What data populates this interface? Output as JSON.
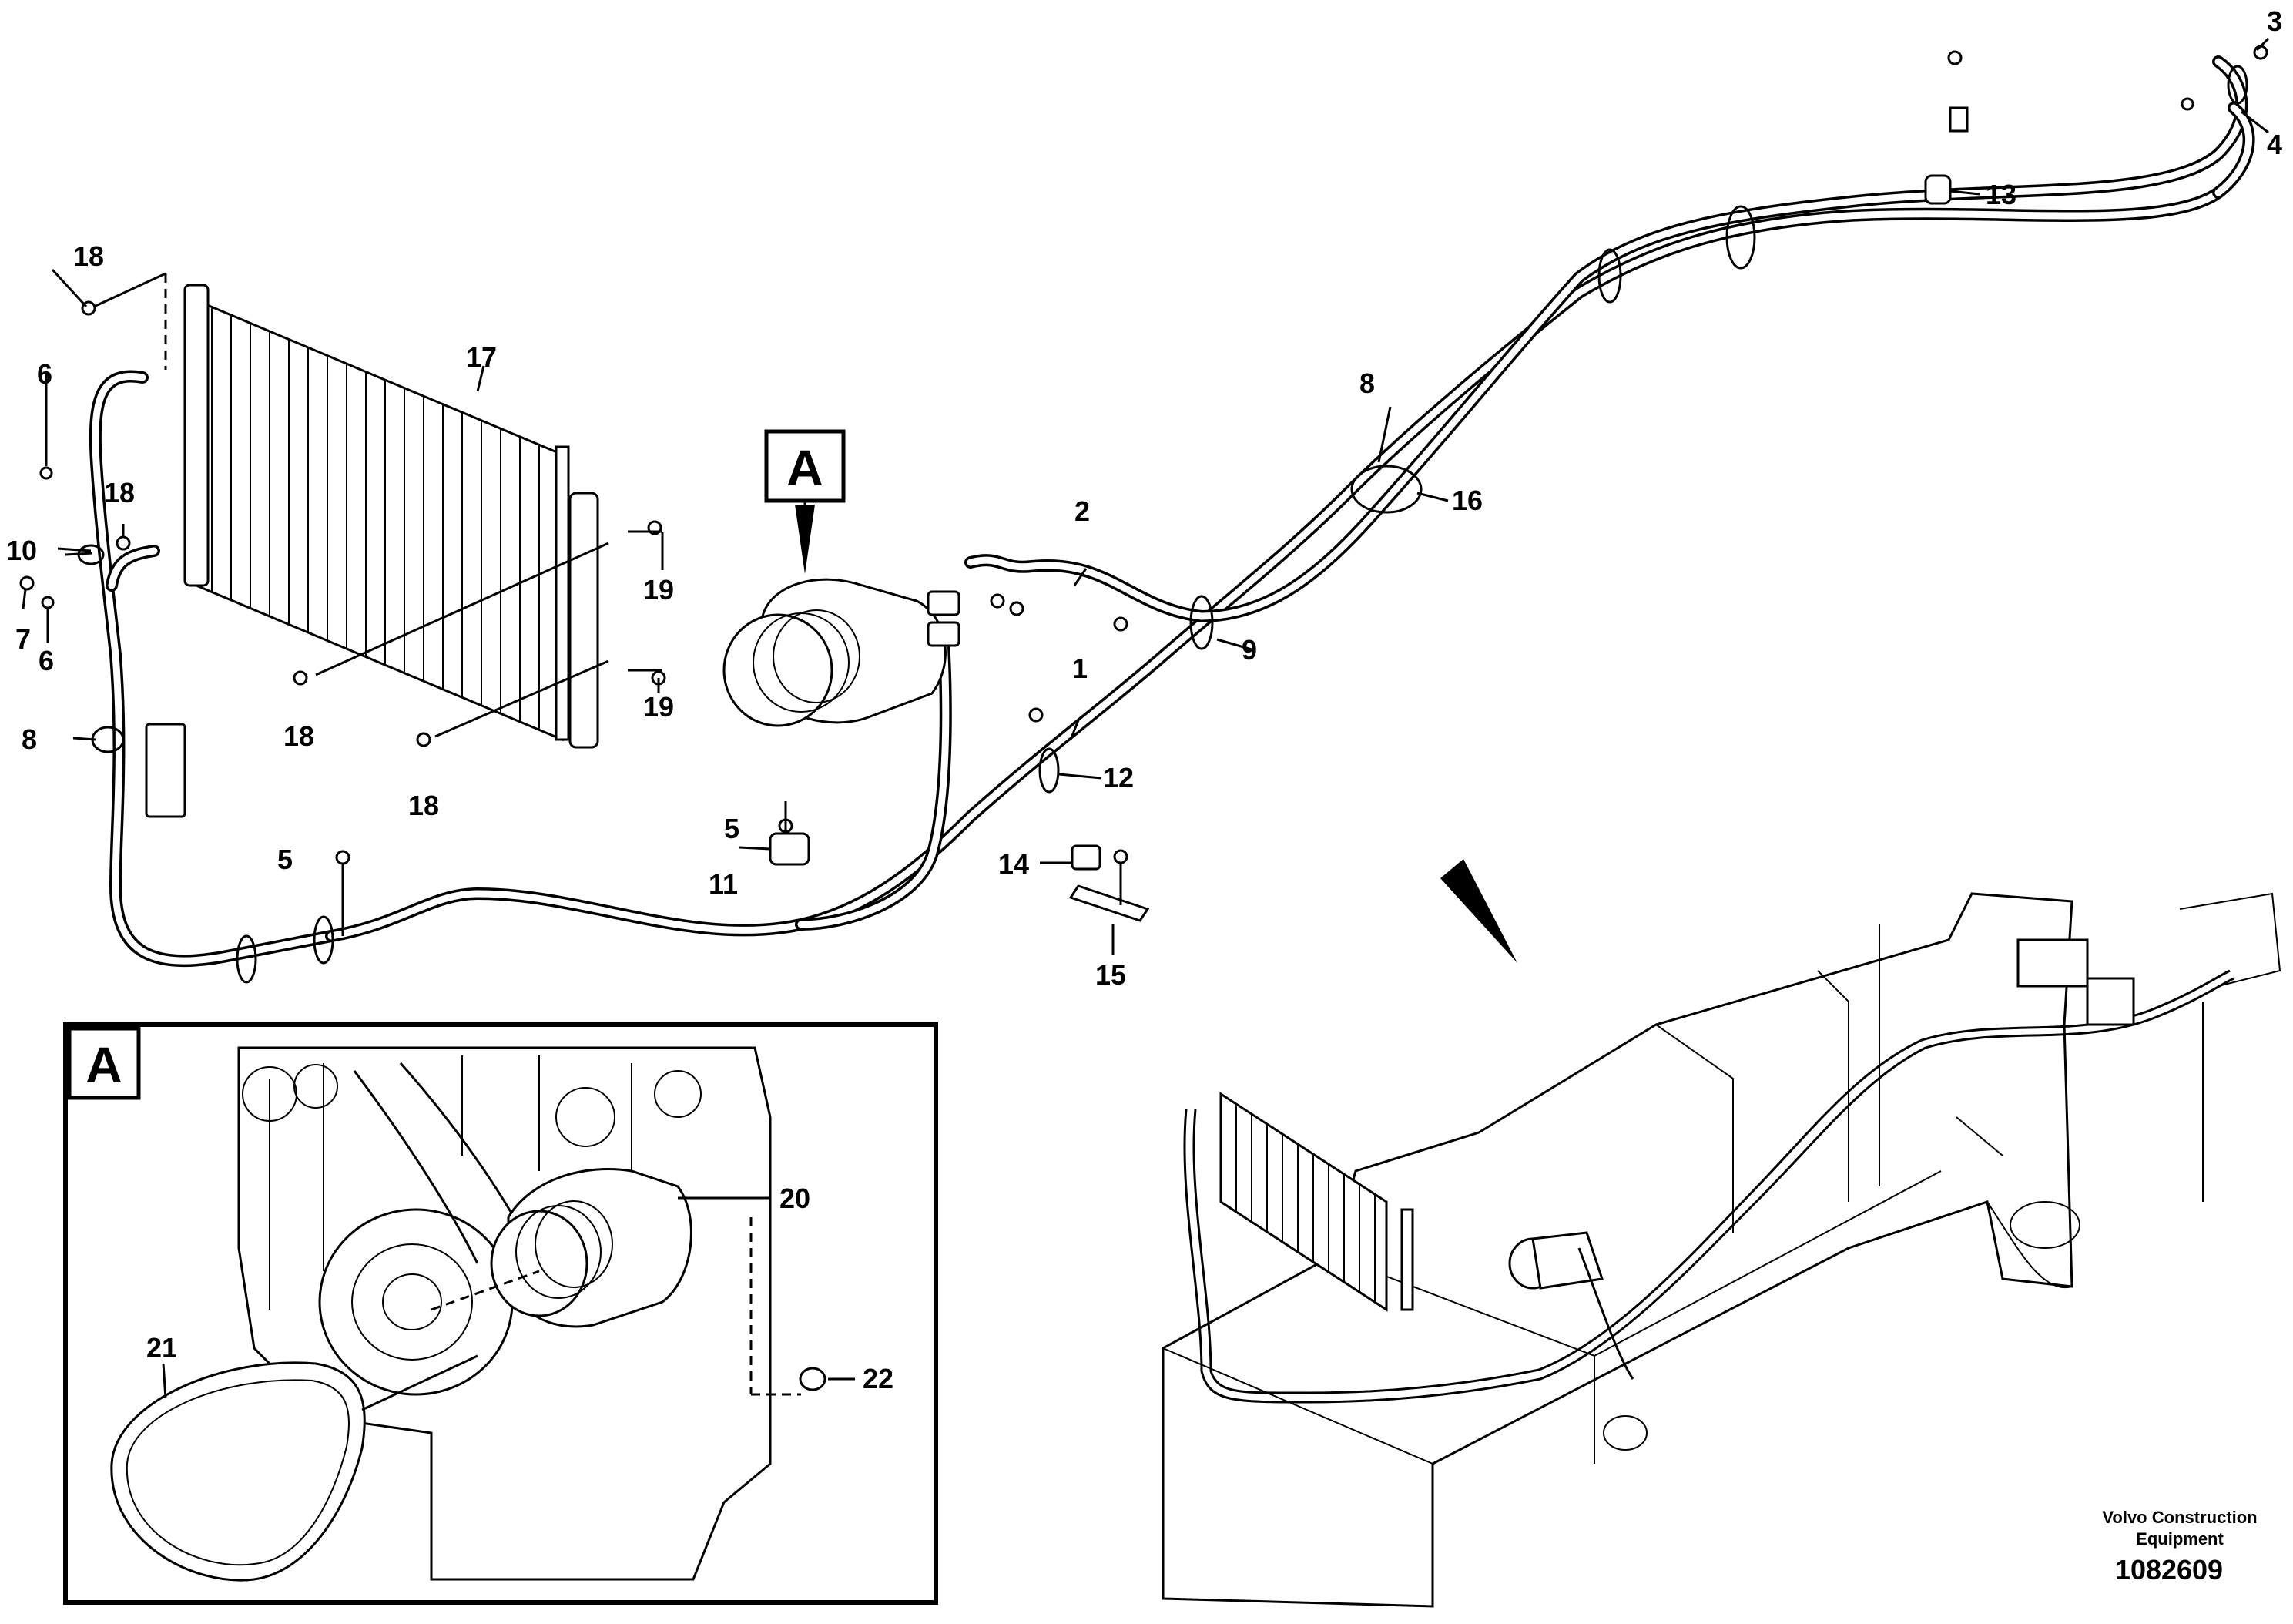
{
  "callouts": {
    "c1": "1",
    "c2": "2",
    "c3": "3",
    "c4": "4",
    "c5a": "5",
    "c5b": "5",
    "c6a": "6",
    "c6b": "6",
    "c7": "7",
    "c8a": "8",
    "c8b": "8",
    "c9": "9",
    "c10": "10",
    "c11": "11",
    "c12": "12",
    "c13": "13",
    "c14": "14",
    "c15": "15",
    "c16": "16",
    "c17": "17",
    "c18a": "18",
    "c18b": "18",
    "c18c": "18",
    "c18d": "18",
    "c19a": "19",
    "c19b": "19",
    "c20": "20",
    "c21": "21",
    "c22": "22"
  },
  "detail_marker": "A",
  "inset_marker": "A",
  "brand_line1": "Volvo Construction",
  "brand_line2": "Equipment",
  "drawing_number": "1082609",
  "colors": {
    "ink": "#000000",
    "paper": "#ffffff"
  }
}
